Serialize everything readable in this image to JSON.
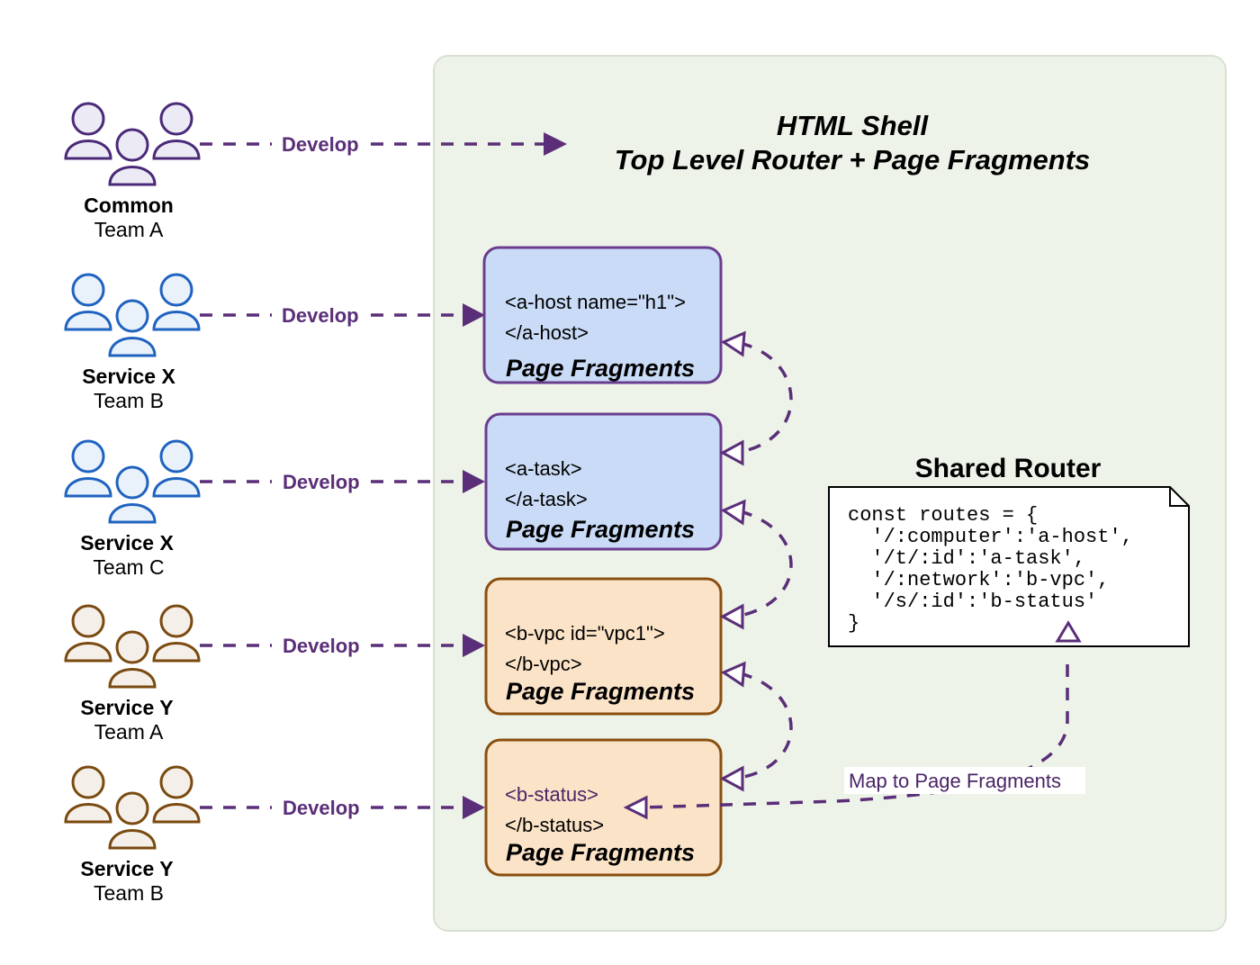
{
  "colors": {
    "shell_bg": "#edf3e8",
    "arrow": "#5a2e78",
    "purple_team": "#4a2a78",
    "blue_team": "#1f63c0",
    "brown_team": "#7a4a10",
    "blue_fragment_fill": "#c9dbf6",
    "blue_fragment_border": "#6a3d8f",
    "orange_fragment_fill": "#fbe3c7",
    "orange_fragment_border": "#8a4f0f",
    "code_bg": "#ffffff"
  },
  "shell": {
    "title_line1": "HTML Shell",
    "title_line2": "Top Level Router + Page Fragments"
  },
  "teams": [
    {
      "name": "Common",
      "sub": "Team A",
      "color": "purple",
      "edge_label": "Develop"
    },
    {
      "name": "Service X",
      "sub": "Team B",
      "color": "blue",
      "edge_label": "Develop"
    },
    {
      "name": "Service X",
      "sub": "Team C",
      "color": "blue",
      "edge_label": "Develop"
    },
    {
      "name": "Service Y",
      "sub": "Team A",
      "color": "brown",
      "edge_label": "Develop"
    },
    {
      "name": "Service Y",
      "sub": "Team B",
      "color": "brown",
      "edge_label": "Develop"
    }
  ],
  "fragments": [
    {
      "open_tag": "<a-host name=\"h1\">",
      "close_tag": "</a-host>",
      "title": "Page Fragments",
      "style": "blue"
    },
    {
      "open_tag": "<a-task>",
      "close_tag": "</a-task>",
      "title": "Page Fragments",
      "style": "blue"
    },
    {
      "open_tag": "<b-vpc id=\"vpc1\">",
      "close_tag": "</b-vpc>",
      "title": "Page Fragments",
      "style": "orange"
    },
    {
      "open_tag": "<b-status>",
      "close_tag": "</b-status>",
      "title": "Page Fragments",
      "style": "orange"
    }
  ],
  "router": {
    "title": "Shared Router",
    "code_lines": [
      "const routes = {",
      "  '/:computer':'a-host',",
      "  '/t/:id':'a-task',",
      "  '/:network':'b-vpc',",
      "  '/s/:id':'b-status'",
      "}"
    ],
    "map_label": "Map to Page Fragments"
  }
}
